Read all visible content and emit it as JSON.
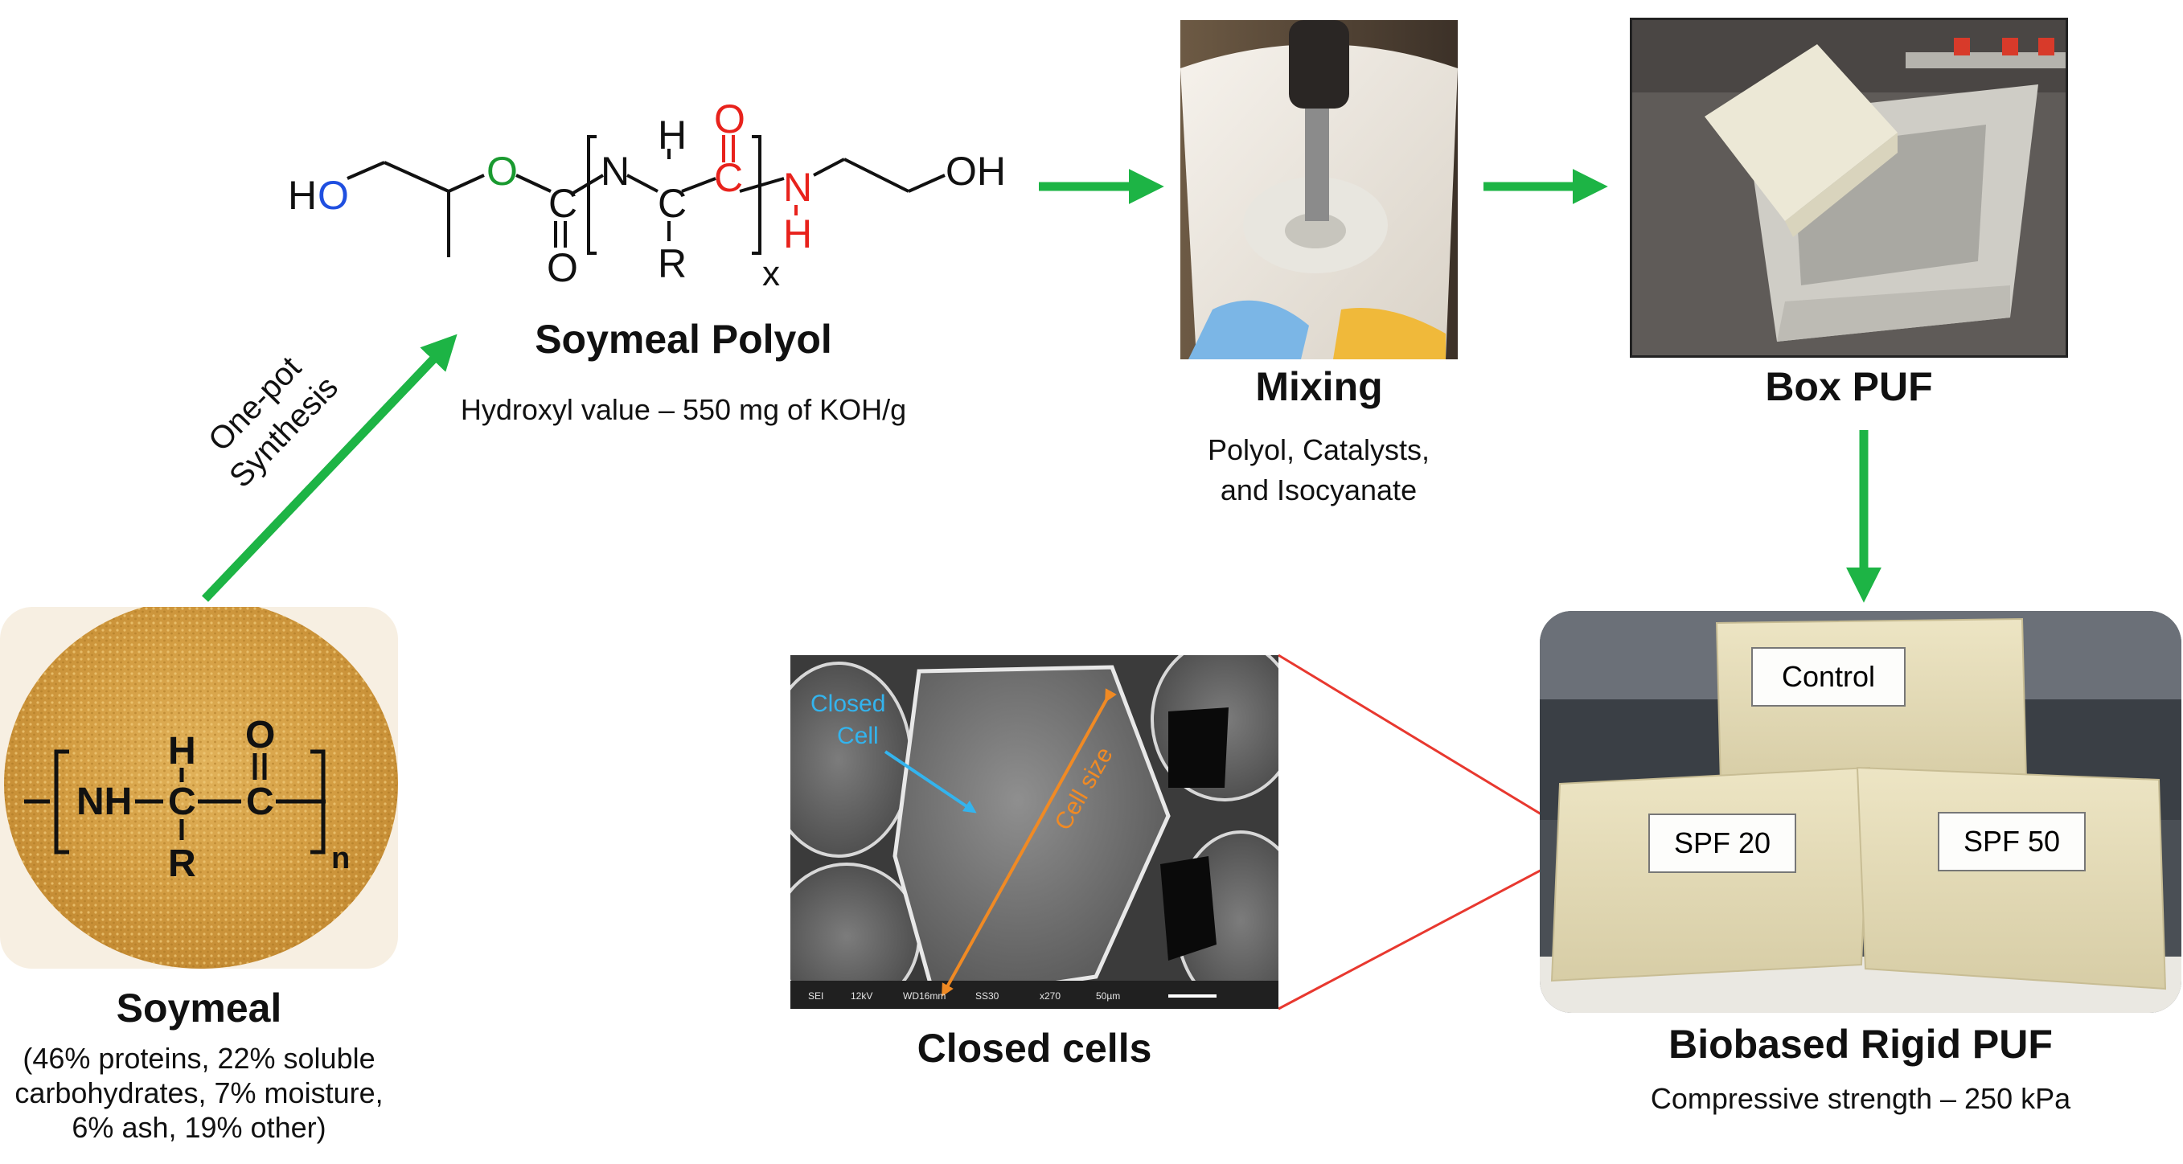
{
  "soymeal": {
    "title": "Soymeal",
    "composition": [
      "(46% proteins, 22% soluble",
      "carbohydrates, 7% moisture,",
      "6% ash, 19% other)"
    ],
    "structure": {
      "nh": "NH",
      "c1": "C",
      "c2": "C",
      "h": "H",
      "o": "O",
      "r": "R",
      "n": "n"
    }
  },
  "synthesis_arrow": {
    "line1": "One-pot",
    "line2": "Synthesis"
  },
  "polyol": {
    "title": "Soymeal Polyol",
    "hydroxyl": "Hydroxyl value – 550 mg of KOH/g",
    "structure": {
      "ho": "H",
      "ho_o": "O",
      "ester_o": "O",
      "c_ester": "C",
      "o_dbl_ester": "O",
      "nh_n": "N",
      "nh_h": "H",
      "c_mid": "C",
      "r": "R",
      "c_amide": "C",
      "o_amide": "O",
      "n_amide": "N",
      "h_amide": "H",
      "oh": "OH",
      "x": "x"
    }
  },
  "mixing": {
    "title": "Mixing",
    "line1": "Polyol, Catalysts,",
    "line2": "and Isocyanate"
  },
  "box": {
    "title": "Box PUF"
  },
  "rigid": {
    "title": "Biobased Rigid PUF",
    "strength": "Compressive strength – 250 kPa",
    "labels": {
      "control": "Control",
      "spf20": "SPF 20",
      "spf50": "SPF 50"
    }
  },
  "cells": {
    "title": "Closed cells",
    "closed_line1": "Closed",
    "closed_line2": "Cell",
    "cell_size": "Cell size",
    "sem_info": [
      "SEI",
      "12kV",
      "WD16mm",
      "SS30",
      "x270",
      "50µm"
    ]
  },
  "colors": {
    "arrow": "#1db445",
    "oxygen_blue": "#1f4fe0",
    "oxygen_green": "#1a9a30",
    "amide_red": "#e8221c",
    "closed_cell": "#33b4ee",
    "cell_size": "#f08a24",
    "zoom_line": "#e8382f"
  }
}
